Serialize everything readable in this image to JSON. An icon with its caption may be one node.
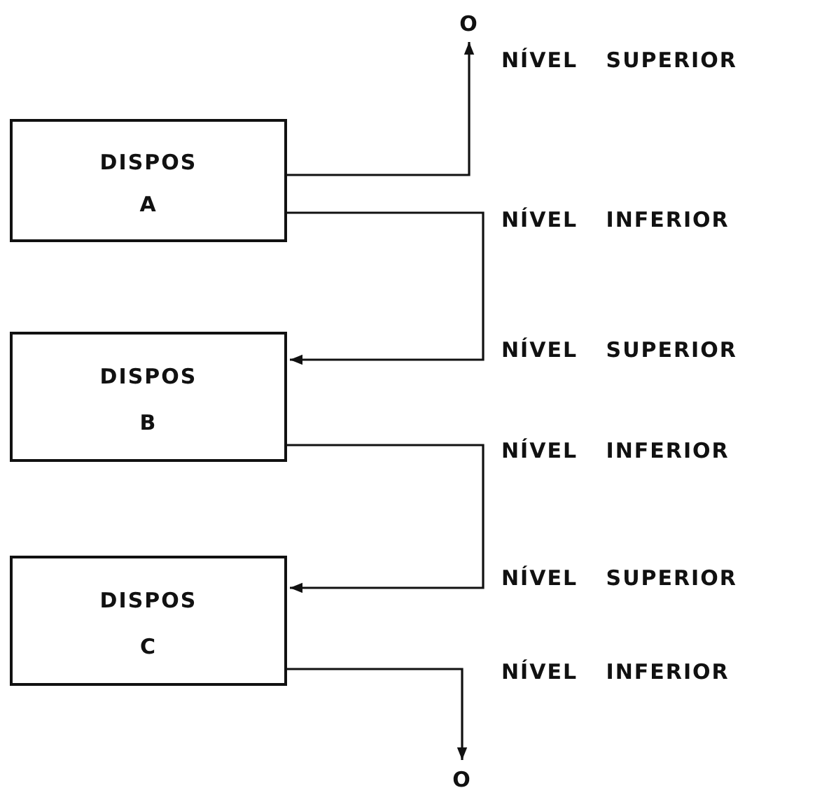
{
  "diagram": {
    "nodes": [
      {
        "text": [
          "O"
        ]
      },
      {
        "text": [
          "DISPOS",
          "A"
        ]
      },
      {
        "text": [
          "DISPOS",
          "B"
        ]
      },
      {
        "text": [
          "DISPOS",
          "C"
        ]
      },
      {
        "text": [
          "O"
        ]
      }
    ],
    "edges": [
      {
        "from": 1,
        "to": 0,
        "arrow": "to"
      },
      {
        "from": 1,
        "to": 2,
        "arrow": "to"
      },
      {
        "from": 2,
        "to": 3,
        "arrow": "to"
      },
      {
        "from": 3,
        "to": 4,
        "arrow": "to"
      }
    ],
    "labels": [
      "NÍVEL SUPERIOR",
      "NÍVEL INFERIOR",
      "NÍVEL SUPERIOR",
      "NÍVEL INFERIOR",
      "NÍVEL SUPERIOR",
      "NÍVEL INFERIOR"
    ]
  }
}
